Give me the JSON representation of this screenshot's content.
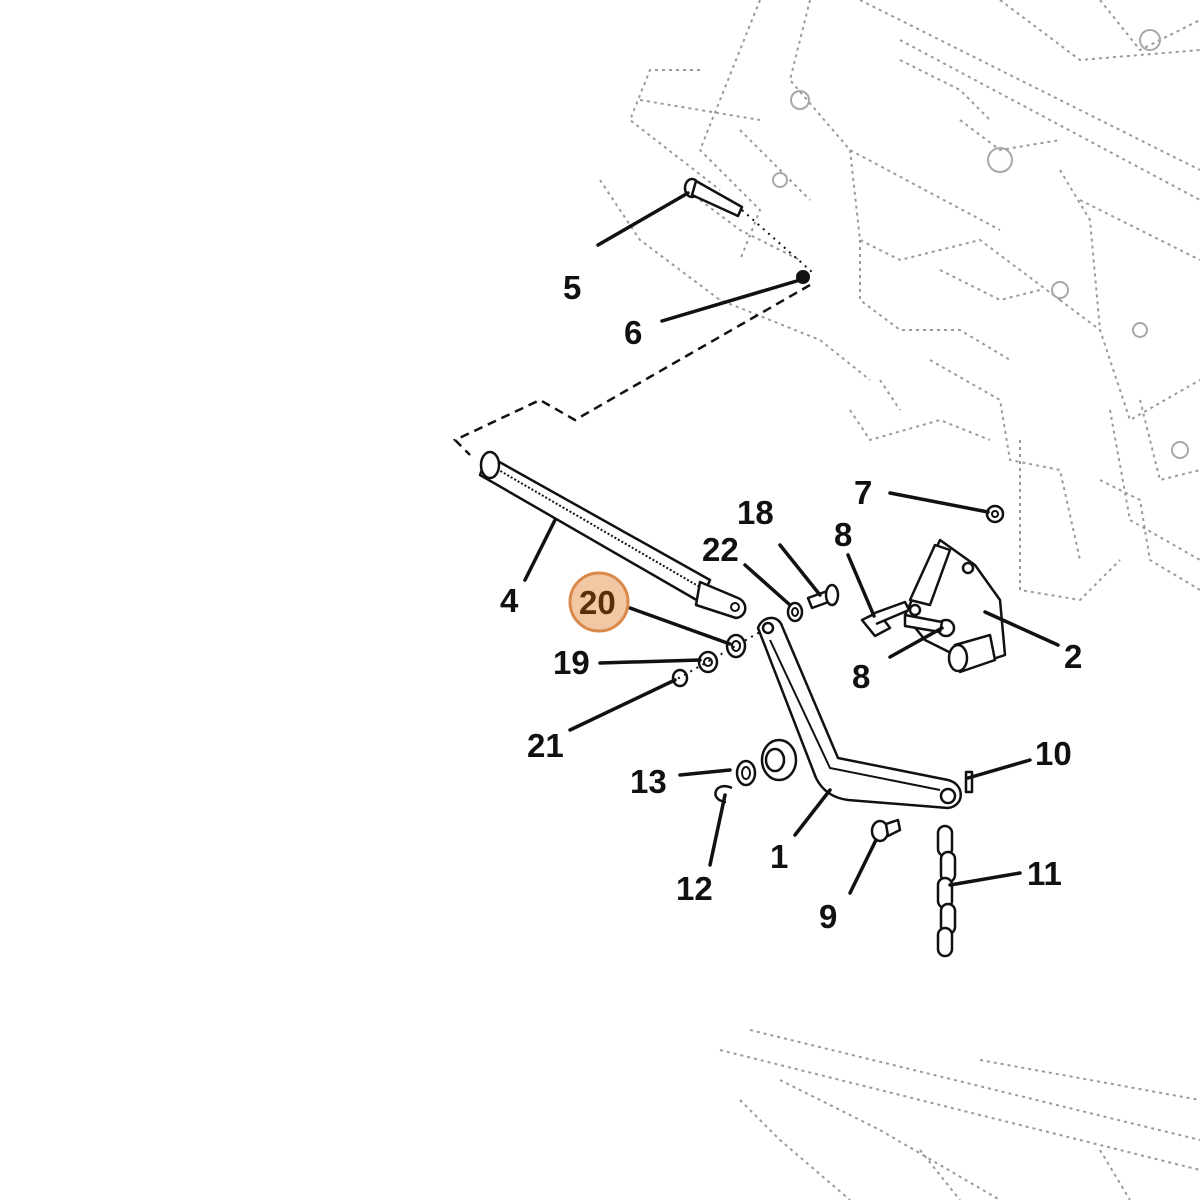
{
  "diagram": {
    "callouts": [
      {
        "id": "1",
        "label": "1"
      },
      {
        "id": "2",
        "label": "2"
      },
      {
        "id": "4",
        "label": "4"
      },
      {
        "id": "5",
        "label": "5"
      },
      {
        "id": "6",
        "label": "6"
      },
      {
        "id": "7",
        "label": "7"
      },
      {
        "id": "8a",
        "label": "8"
      },
      {
        "id": "8b",
        "label": "8"
      },
      {
        "id": "9",
        "label": "9"
      },
      {
        "id": "10",
        "label": "10"
      },
      {
        "id": "11",
        "label": "11"
      },
      {
        "id": "12",
        "label": "12"
      },
      {
        "id": "13",
        "label": "13"
      },
      {
        "id": "18",
        "label": "18"
      },
      {
        "id": "19",
        "label": "19"
      },
      {
        "id": "20",
        "label": "20",
        "highlighted": true
      },
      {
        "id": "21",
        "label": "21"
      },
      {
        "id": "22",
        "label": "22"
      }
    ],
    "highlight_color": "#f2c7a3",
    "highlight_stroke": "#d9894a"
  }
}
